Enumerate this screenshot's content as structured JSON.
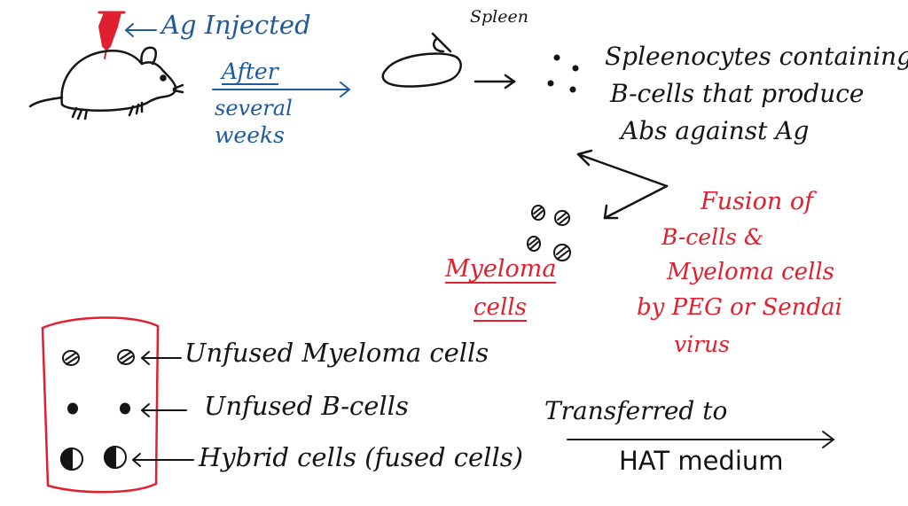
{
  "colors": {
    "ink": "#141414",
    "blue": "#1f5a9c",
    "red": "#e0202e"
  },
  "labels": {
    "ag_injected": "Ag Injected",
    "after": "After",
    "several": "several",
    "weeks": "weeks",
    "spleen": "Spleen",
    "spleenocytes_line1": "Spleenocytes containing",
    "spleenocytes_line2": "B-cells that produce",
    "spleenocytes_line3": "Abs against Ag",
    "fusion_line1": "Fusion of",
    "fusion_line2": "B-cells &",
    "fusion_line3": "Myeloma cells",
    "fusion_line4": "by PEG or Sendai",
    "fusion_line5": "virus",
    "myeloma_line1": "Myeloma",
    "myeloma_line2": "cells",
    "unfused_myeloma": "Unfused Myeloma cells",
    "unfused_bcells": "Unfused B-cells",
    "hybrid_cells": "Hybrid cells (fused cells)",
    "transferred_to": "Transferred to",
    "hat_medium": "HAT medium"
  },
  "icons": [
    "syringe-icon",
    "mouse-icon",
    "spleen-icon",
    "myeloma-cell-icon",
    "b-cell-icon",
    "hybrid-cell-icon",
    "culture-tube-icon"
  ]
}
